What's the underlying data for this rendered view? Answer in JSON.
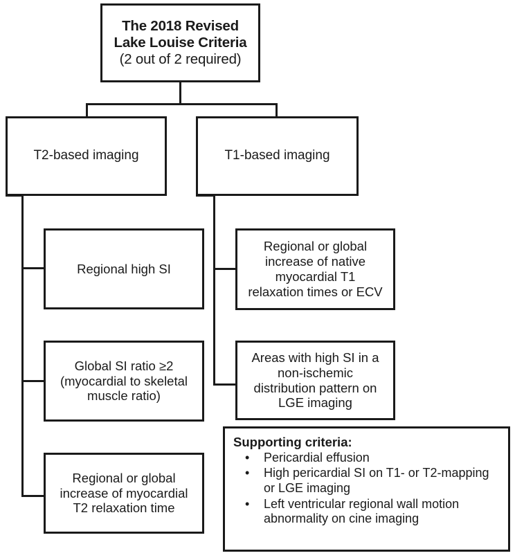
{
  "diagram": {
    "title": "The 2018 Revised Lake Louise Criteria",
    "type": "flowchart",
    "orientation": "top-down",
    "line_color": "#1a1a1a",
    "background_color": "#ffffff"
  },
  "root": {
    "title_line1": "The 2018 Revised",
    "title_line2": "Lake Louise Criteria",
    "subtitle": "(2 out of 2 required)"
  },
  "branches": {
    "left": {
      "label": "T2-based imaging",
      "leaves": [
        {
          "text": "Regional high SI"
        },
        {
          "text": "Global SI ratio ≥2\n(myocardial to skeletal\nmuscle ratio)"
        },
        {
          "text": "Regional or global\nincrease of myocardial\nT2 relaxation time"
        }
      ]
    },
    "right": {
      "label": "T1-based imaging",
      "leaves": [
        {
          "text": "Regional or global\nincrease of native\nmyocardial T1\nrelaxation times or ECV"
        },
        {
          "text": "Areas with high SI in a\nnon-ischemic\ndistribution pattern on\nLGE imaging"
        }
      ]
    }
  },
  "supporting": {
    "title": "Supporting criteria:",
    "bullet_glyph": "•",
    "items": [
      "Pericardial effusion",
      "High pericardial SI on T1- or T2-mapping or LGE imaging",
      "Left ventricular regional wall motion abnormality on cine imaging"
    ]
  }
}
